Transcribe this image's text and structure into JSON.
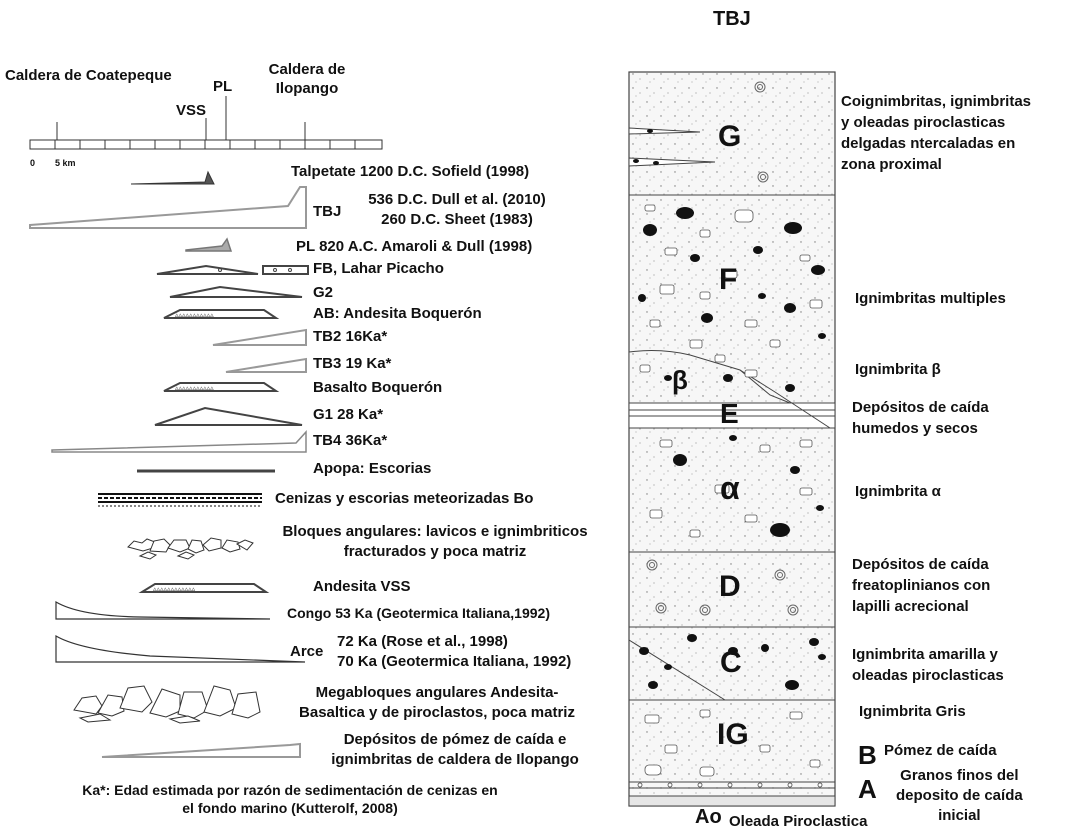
{
  "title": "TBJ",
  "scale": {
    "places": [
      "Caldera de Coatepeque",
      "VSS",
      "PL",
      "Caldera de Ilopango"
    ],
    "zero": "0",
    "five_km": "5 km"
  },
  "left_labels": [
    {
      "line1": "Talpetate 1200 D.C. Sofield (1998)"
    },
    {
      "prefix": "TBJ",
      "line1": "536 D.C. Dull et al. (2010)",
      "line2": "260 D.C. Sheet (1983)"
    },
    {
      "line1": "PL 820 A.C. Amaroli & Dull (1998)"
    },
    {
      "line1": "FB, Lahar Picacho"
    },
    {
      "line1": "G2"
    },
    {
      "line1": "AB: Andesita Boquerón"
    },
    {
      "line1": "TB2  16Ka*"
    },
    {
      "line1": "TB3  19 Ka*"
    },
    {
      "line1": "Basalto Boquerón"
    },
    {
      "line1": "G1  28 Ka*"
    },
    {
      "line1": "TB4  36Ka*"
    },
    {
      "line1": "Apopa: Escorias"
    },
    {
      "line1": "Cenizas y escorias meteorizadas Bo"
    },
    {
      "line1": "Bloques angulares: lavicos e ignimbriticos",
      "line2": "fracturados y poca matriz"
    },
    {
      "line1": "Andesita VSS"
    },
    {
      "line1": "Congo 53 Ka (Geotermica Italiana,1992)"
    },
    {
      "prefix": "Arce",
      "line1": "72 Ka (Rose et al., 1998)",
      "line2": "70 Ka (Geotermica Italiana, 1992)"
    },
    {
      "line1": "Megabloques angulares Andesita-",
      "line2": "Basaltica y de piroclastos, poca matriz"
    },
    {
      "line1": "Depósitos de pómez de caída e",
      "line2": "ignimbritas de caldera de Ilopango"
    }
  ],
  "footnote": {
    "line1": "Ka*: Edad estimada por razón de sedimentación de cenizas en",
    "line2": "el fondo marino (Kutterolf, 2008)"
  },
  "units": [
    {
      "letter": "G",
      "desc": [
        "Coignimbritas, ignimbritas",
        "y oleadas piroclasticas",
        "delgadas ntercaladas en",
        "zona proximal"
      ]
    },
    {
      "letter": "F",
      "desc": [
        "Ignimbritas multiples"
      ]
    },
    {
      "letter": "β",
      "desc": [
        "Ignimbrita β"
      ]
    },
    {
      "letter": "E",
      "desc": [
        "Depósitos de caída",
        "humedos y secos"
      ]
    },
    {
      "letter": "α",
      "desc": [
        "Ignimbrita α"
      ]
    },
    {
      "letter": "D",
      "desc": [
        "Depósitos de caída",
        "freatoplinianos con",
        "lapilli acrecional"
      ]
    },
    {
      "letter": "C",
      "desc": [
        "Ignimbrita amarilla y",
        "oleadas piroclasticas"
      ]
    },
    {
      "letter": "IG",
      "desc": [
        "Ignimbrita Gris"
      ]
    },
    {
      "letter": "B",
      "desc": [
        "Pómez de caída"
      ]
    },
    {
      "letter": "A",
      "desc": [
        "Granos finos del",
        "deposito de caída",
        "inicial"
      ]
    },
    {
      "letter": "Ao",
      "desc": [
        "Oleada Piroclastica"
      ]
    }
  ],
  "colors": {
    "line": "#333333",
    "gray": "#9a9a9a",
    "fill": "#f4f4f4"
  }
}
